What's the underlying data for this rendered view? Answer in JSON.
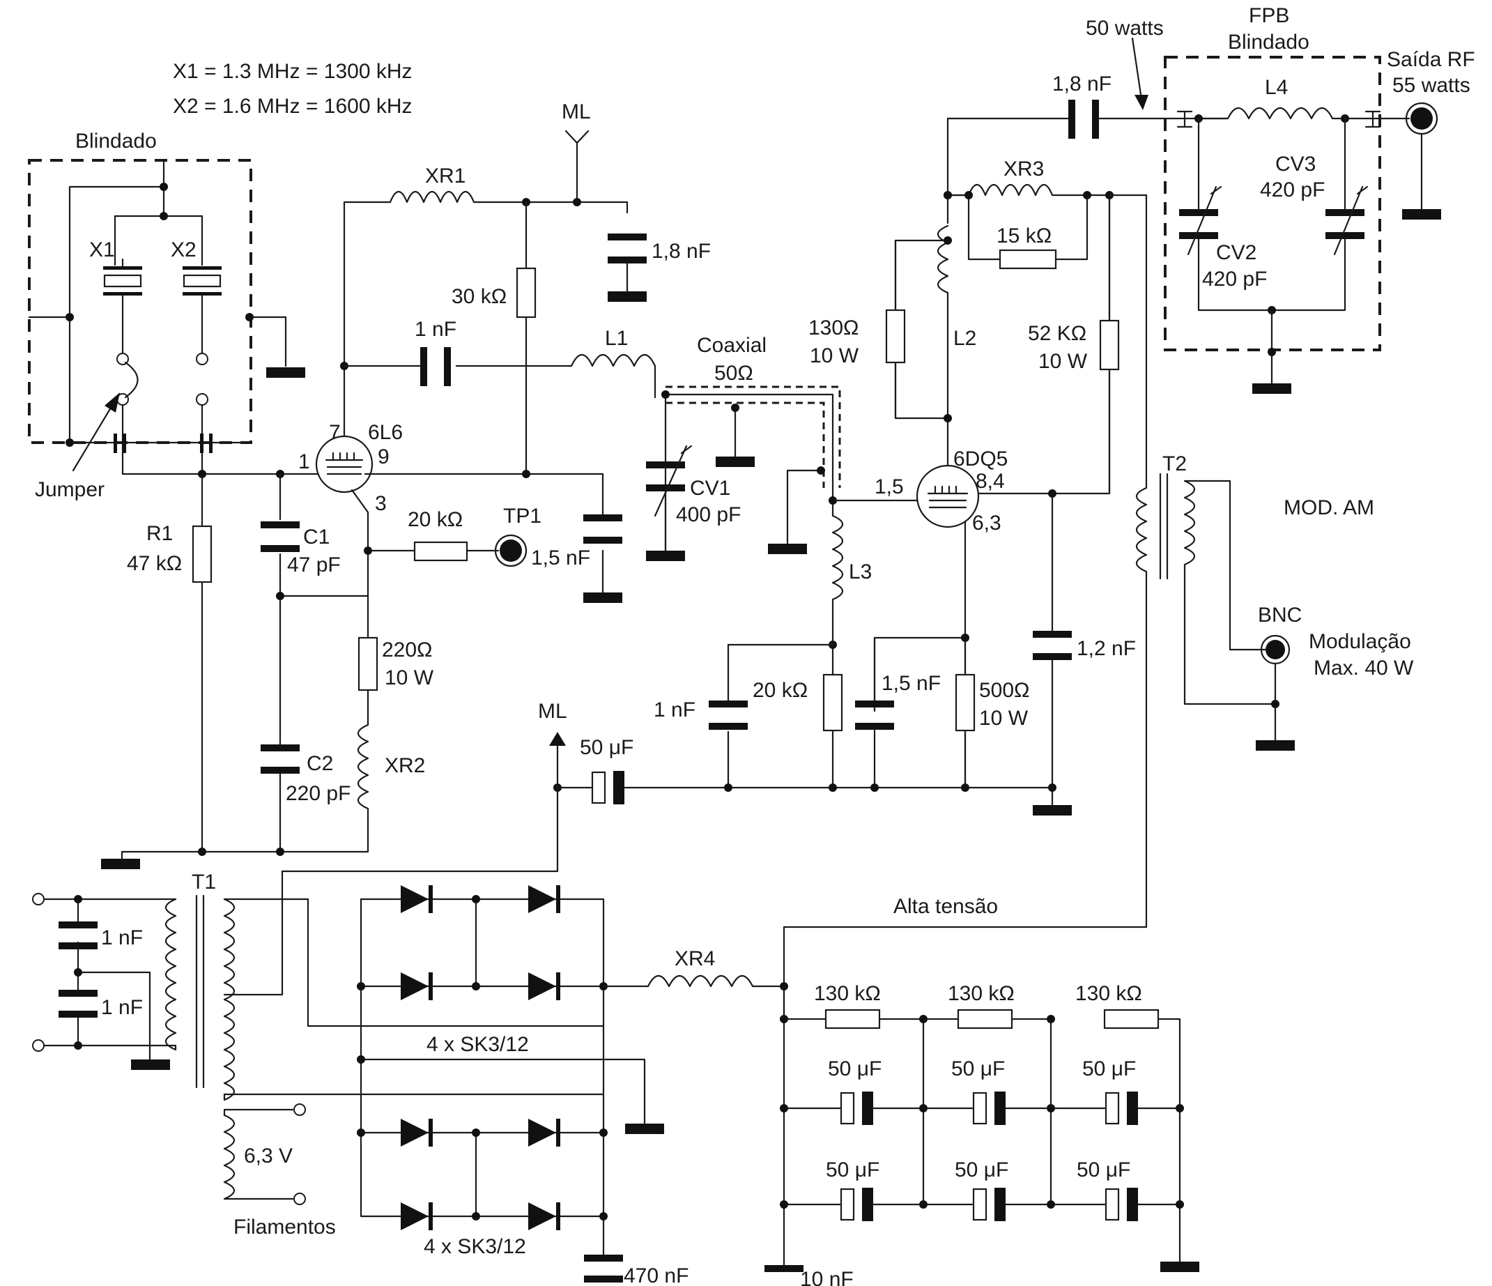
{
  "header": {
    "x1_line": "X1 = 1.3 MHz = 1300 kHz",
    "x2_line": "X2 = 1.6 MHz = 1600 kHz"
  },
  "labels": {
    "blindado": "Blindado",
    "x1": "X1",
    "x2": "X2",
    "jumper": "Jumper",
    "ml_top": "ML",
    "xr1": "XR1",
    "c_18nf": "1,8 nF",
    "r_30k": "30 kΩ",
    "c_1nf_top": "1 nF",
    "l1": "L1",
    "coaxial": "Coaxial",
    "coax_50": "50Ω",
    "pin7": "7",
    "tube1": "6L6",
    "pin9": "9",
    "pin1": "1",
    "pin3": "3",
    "r_20k_tp": "20 kΩ",
    "tp1": "TP1",
    "c_15nf_a": "1,5 nF",
    "cv1": "CV1",
    "cv1_val": "400 pF",
    "r1": "R1",
    "r1_val": "47 kΩ",
    "c1": "C1",
    "c1_val": "47 pF",
    "r_220": "220Ω",
    "r_220_w": "10 W",
    "c2": "C2",
    "c2_val": "220 pF",
    "xr2": "XR2",
    "l3": "L3",
    "ml_mid": "ML",
    "c_50uf_mid": "50 μF",
    "c_1nf_mid": "1 nF",
    "r_20k_mid": "20 kΩ",
    "c_15nf_b": "1,5 nF",
    "r_500": "500Ω",
    "r_500_w": "10 W",
    "c_12nf": "1,2 nF",
    "pin15": "1,5",
    "tube2": "6DQ5",
    "pin84": "8,4",
    "pin63": "6,3",
    "r_130": "130Ω",
    "r_130_w": "10 W",
    "l2": "L2",
    "xr3": "XR3",
    "r_15k": "15 kΩ",
    "r_52k": "52 KΩ",
    "r_52k_w": "10 W",
    "c_18nf_out": "1,8 nF",
    "watts50": "50 watts",
    "fpb": "FPB",
    "fpb_blindado": "Blindado",
    "l4": "L4",
    "saida": "Saída RF",
    "saida_w": "55 watts",
    "cv3": "CV3",
    "cv3_val": "420 pF",
    "cv2": "CV2",
    "cv2_val": "420 pF",
    "t2": "T2",
    "mod_am": "MOD. AM",
    "bnc": "BNC",
    "modulacao": "Modulação",
    "max40": "Max. 40 W",
    "t1": "T1",
    "c_1nf_a": "1 nF",
    "c_1nf_b": "1 nF",
    "v63": "6,3 V",
    "filamentos": "Filamentos",
    "sk_top": "4 x SK3/12",
    "sk_bot": "4 x SK3/12",
    "xr4": "XR4",
    "alta_tensao": "Alta tensão",
    "c_470": "470 nF",
    "c_10nf": "10 nF",
    "r_130k_1": "130 kΩ",
    "r_130k_2": "130 kΩ",
    "r_130k_3": "130 kΩ",
    "c50_r1_1": "50 μF",
    "c50_r1_2": "50 μF",
    "c50_r1_3": "50 μF",
    "c50_r2_1": "50 μF",
    "c50_r2_2": "50 μF",
    "c50_r2_3": "50 μF"
  }
}
